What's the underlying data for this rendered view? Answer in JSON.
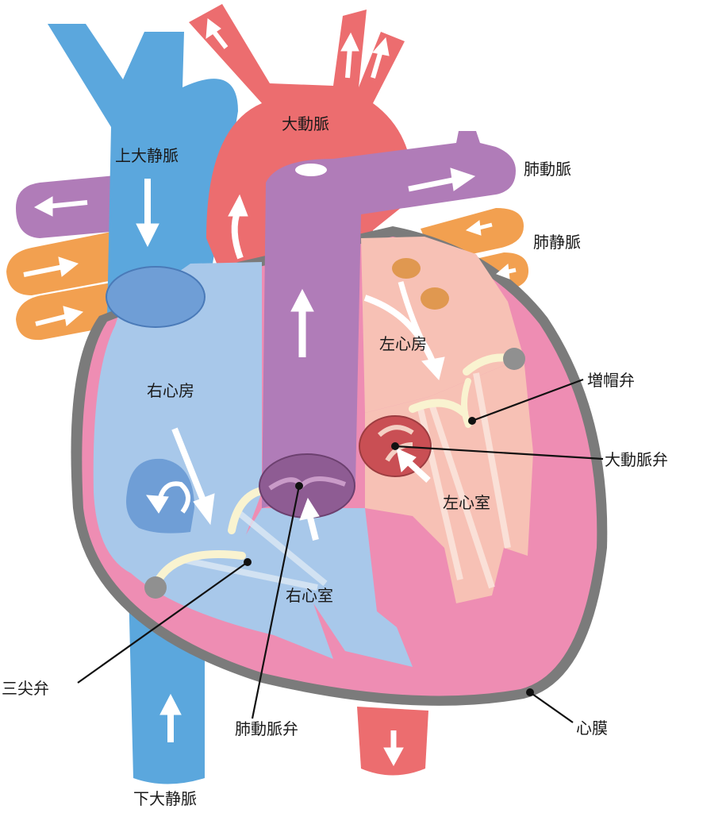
{
  "labels": {
    "superior_vena_cava": "上大静脈",
    "aorta": "大動脈",
    "pulmonary_artery": "肺動脈",
    "pulmonary_vein": "肺静脈",
    "left_atrium": "左心房",
    "right_atrium": "右心房",
    "papillary_muscle": "増帽弁",
    "aortic_valve": "大動脈弁",
    "left_ventricle": "左心室",
    "right_ventricle": "右心室",
    "tricuspid_valve": "三尖弁",
    "pulmonary_valve": "肺動脈弁",
    "pericardium": "心膜",
    "inferior_vena_cava": "下大静脈"
  },
  "colors": {
    "vein_blue": "#5ba7dd",
    "right_heart_blue": "#a8c8ea",
    "aorta_red": "#ec6d6f",
    "pulmonary_purple": "#b07cb8",
    "pulmonary_vein_orange": "#f2a050",
    "myocardium_pink": "#ee8db3",
    "left_heart_salmon": "#f7c1b5",
    "pericardium_gray": "#7b7b7b",
    "valve_cream": "#f9f3d0"
  }
}
